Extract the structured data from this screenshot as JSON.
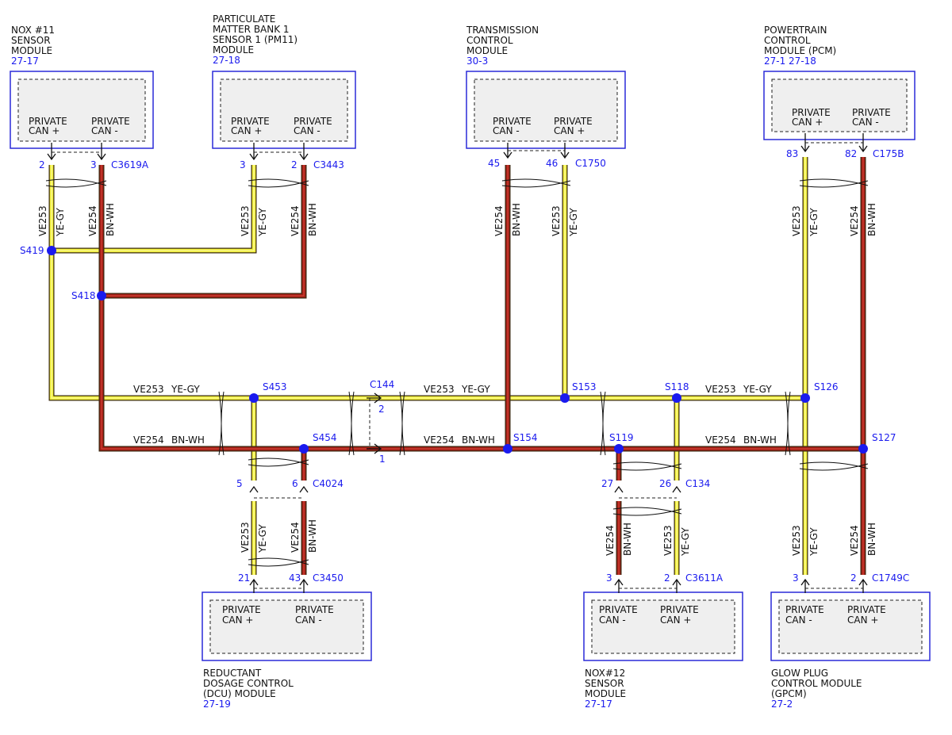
{
  "colors": {
    "yellow_wire": "#f2f03a",
    "brown_wire": "#a31d16",
    "splice_dot": "#1a1aee",
    "module_border": "#2a2ad8",
    "reference_text": "#1a1aee"
  },
  "modules": {
    "nox11": {
      "title": [
        "NOX #11",
        "SENSOR",
        "MODULE"
      ],
      "ref": "27-17",
      "pin_a": [
        "PRIVATE",
        "CAN +"
      ],
      "pin_b": [
        "PRIVATE",
        "CAN -"
      ]
    },
    "pm11": {
      "title": [
        "PARTICULATE",
        "MATTER BANK 1",
        "SENSOR 1 (PM11)",
        "MODULE"
      ],
      "ref": "27-18",
      "pin_a": [
        "PRIVATE",
        "CAN +"
      ],
      "pin_b": [
        "PRIVATE",
        "CAN -"
      ]
    },
    "tcm": {
      "title": [
        "TRANSMISSION",
        "CONTROL",
        "MODULE"
      ],
      "ref": "30-3",
      "pin_a": [
        "PRIVATE",
        "CAN -"
      ],
      "pin_b": [
        "PRIVATE",
        "CAN +"
      ]
    },
    "pcm": {
      "title": [
        "POWERTRAIN",
        "CONTROL",
        "MODULE (PCM)"
      ],
      "ref": "27-1   27-18",
      "pin_a": [
        "PRIVATE",
        "CAN +"
      ],
      "pin_b": [
        "PRIVATE",
        "CAN -"
      ]
    },
    "dcu": {
      "title": [
        "REDUCTANT",
        "DOSAGE CONTROL",
        "(DCU) MODULE"
      ],
      "ref": "27-19",
      "pin_a": [
        "PRIVATE",
        "CAN +"
      ],
      "pin_b": [
        "PRIVATE",
        "CAN -"
      ]
    },
    "nox12": {
      "title": [
        "NOX#12",
        "SENSOR",
        "MODULE"
      ],
      "ref": "27-17",
      "pin_a": [
        "PRIVATE",
        "CAN -"
      ],
      "pin_b": [
        "PRIVATE",
        "CAN +"
      ]
    },
    "gpcm": {
      "title": [
        "GLOW PLUG",
        "CONTROL MODULE",
        "(GPCM)"
      ],
      "ref": "27-2",
      "pin_a": [
        "PRIVATE",
        "CAN -"
      ],
      "pin_b": [
        "PRIVATE",
        "CAN +"
      ]
    }
  },
  "connectors": {
    "c3619a": {
      "name": "C3619A",
      "pin_left": "2",
      "pin_right": "3"
    },
    "c3443": {
      "name": "C3443",
      "pin_left": "3",
      "pin_right": "2"
    },
    "c1750": {
      "name": "C1750",
      "pin_left": "45",
      "pin_right": "46"
    },
    "c175b": {
      "name": "C175B",
      "pin_left": "83",
      "pin_right": "82"
    },
    "c144": {
      "name": "C144",
      "pin_top": "2",
      "pin_bottom": "1"
    },
    "c4024": {
      "name": "C4024",
      "pin_left": "5",
      "pin_right": "6"
    },
    "c3450": {
      "name": "C3450",
      "pin_left": "21",
      "pin_right": "43"
    },
    "c134": {
      "name": "C134",
      "pin_left": "27",
      "pin_right": "26"
    },
    "c3611a": {
      "name": "C3611A",
      "pin_left": "3",
      "pin_right": "2"
    },
    "c1749c": {
      "name": "C1749C",
      "pin_left": "3",
      "pin_right": "2"
    }
  },
  "splices": {
    "s419": "S419",
    "s418": "S418",
    "s453": "S453",
    "s454": "S454",
    "s153": "S153",
    "s154": "S154",
    "s118": "S118",
    "s119": "S119",
    "s126": "S126",
    "s127": "S127"
  },
  "wires": {
    "ve253": {
      "circuit": "VE253",
      "color": "YE-GY"
    },
    "ve254": {
      "circuit": "VE254",
      "color": "BN-WH"
    }
  }
}
